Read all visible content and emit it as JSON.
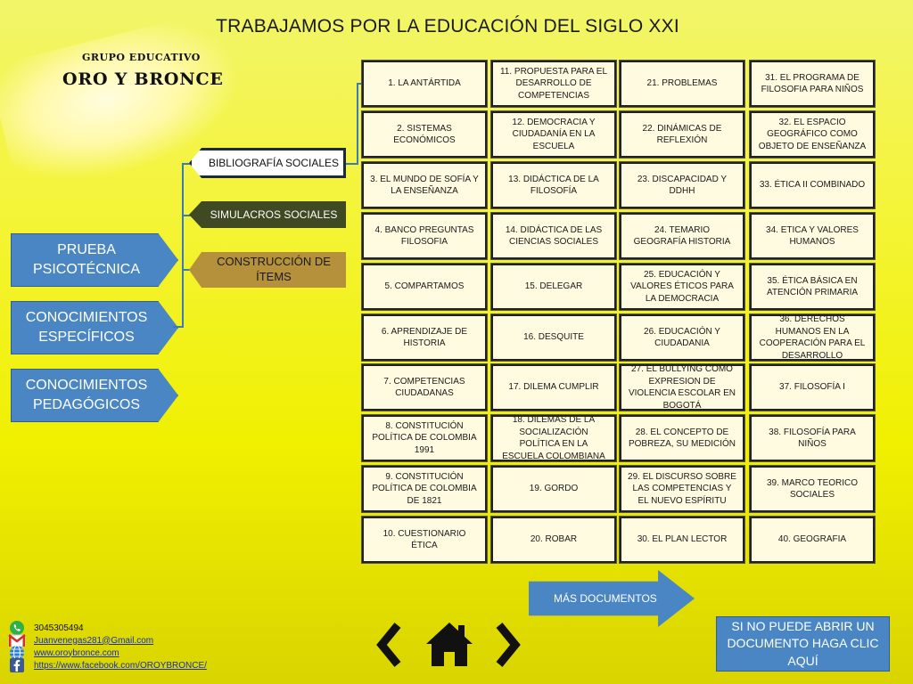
{
  "title": "TRABAJAMOS POR LA EDUCACIÓN DEL SIGLO XXI",
  "brand": {
    "small": "GRUPO EDUCATIVO",
    "big": "ORO Y BRONCE"
  },
  "left_menu": [
    {
      "label": "PRUEBA PSICOTÉCNICA"
    },
    {
      "label": "CONOCIMIENTOS ESPECÍFICOS"
    },
    {
      "label": "CONOCIMIENTOS PEDAGÓGICOS"
    }
  ],
  "tabs": {
    "biblio": "BIBLIOGRAFÍA SOCIALES",
    "simul": "SIMULACROS SOCIALES",
    "constr": "CONSTRUCCIÓN DE ÍTEMS"
  },
  "documents": [
    "1. LA ANTÁRTIDA",
    "2. SISTEMAS ECONÓMICOS",
    "3. EL MUNDO DE SOFÍA Y LA ENSEÑANZA",
    "4. BANCO PREGUNTAS FILOSOFIA",
    "5. COMPARTAMOS",
    "6. APRENDIZAJE DE HISTORIA",
    "7. COMPETENCIAS CIUDADANAS",
    "8. CONSTITUCIÓN POLÍTICA DE COLOMBIA 1991",
    "9. CONSTITUCIÓN POLÍTICA DE COLOMBIA DE 1821",
    "10. CUESTIONARIO ÉTICA",
    "11. PROPUESTA PARA EL DESARROLLO DE COMPETENCIAS",
    "12. DEMOCRACIA Y CIUDADANÍA EN LA ESCUELA",
    "13. DIDÁCTICA DE LA FILOSOFÍA",
    "14. DIDÁCTICA DE LAS CIENCIAS SOCIALES",
    "15. DELEGAR",
    "16. DESQUITE",
    "17. DILEMA CUMPLIR",
    "18. DILEMAS DE LA SOCIALIZACIÓN POLÍTICA EN LA ESCUELA COLOMBIANA",
    "19. GORDO",
    "20. ROBAR",
    "21. PROBLEMAS",
    "22. DINÁMICAS DE REFLEXIÓN",
    "23. DISCAPACIDAD Y DDHH",
    "24. TEMARIO GEOGRAFÍA HISTORIA",
    "25. EDUCACIÓN Y VALORES ÉTICOS PARA LA DEMOCRACIA",
    "26. EDUCACIÓN Y CIUDADANIA",
    "27. EL BULLYING COMO EXPRESION DE VIOLENCIA ESCOLAR EN BOGOTÁ",
    "28. EL CONCEPTO DE POBREZA, SU MEDICIÓN",
    "29. EL DISCURSO SOBRE LAS COMPETENCIAS Y EL NUEVO ESPÍRITU",
    "30. EL PLAN LECTOR",
    "31. EL PROGRAMA DE FILOSOFIA PARA NIÑOS",
    "32. EL ESPACIO GEOGRÁFICO COMO OBJETO DE ENSEÑANZA",
    "33. ÉTICA II COMBINADO",
    "34. ETICA Y VALORES HUMANOS",
    "35. ÉTICA BÁSICA EN ATENCIÓN PRIMARIA",
    "36. DERECHOS HUMANOS EN LA COOPERACIÓN PARA EL DESARROLLO",
    "37. FILOSOFÍA I",
    "38. FILOSOFÍA PARA NIÑOS",
    "39. MARCO TEORICO SOCIALES",
    "40. GEOGRAFIA"
  ],
  "more_docs": "MÁS DOCUMENTOS",
  "help_button": "SI NO PUEDE ABRIR UN DOCUMENTO HAGA CLIC AQUÍ",
  "contact": {
    "phone": "3045305494",
    "email": "Juanvenegas281@Gmail.com",
    "web": "www.oroybronce.com",
    "facebook": "https://www.facebook.com/OROYBRONCE/"
  },
  "icons": [
    "whatsapp-icon",
    "gmail-icon",
    "globe-icon",
    "facebook-icon",
    "prev-icon",
    "home-icon",
    "next-icon"
  ],
  "colors": {
    "accent_blue": "#4a86c4",
    "doc_bg": "#fffbe0",
    "gold": "#b5913c",
    "olive": "#3f4a23"
  }
}
